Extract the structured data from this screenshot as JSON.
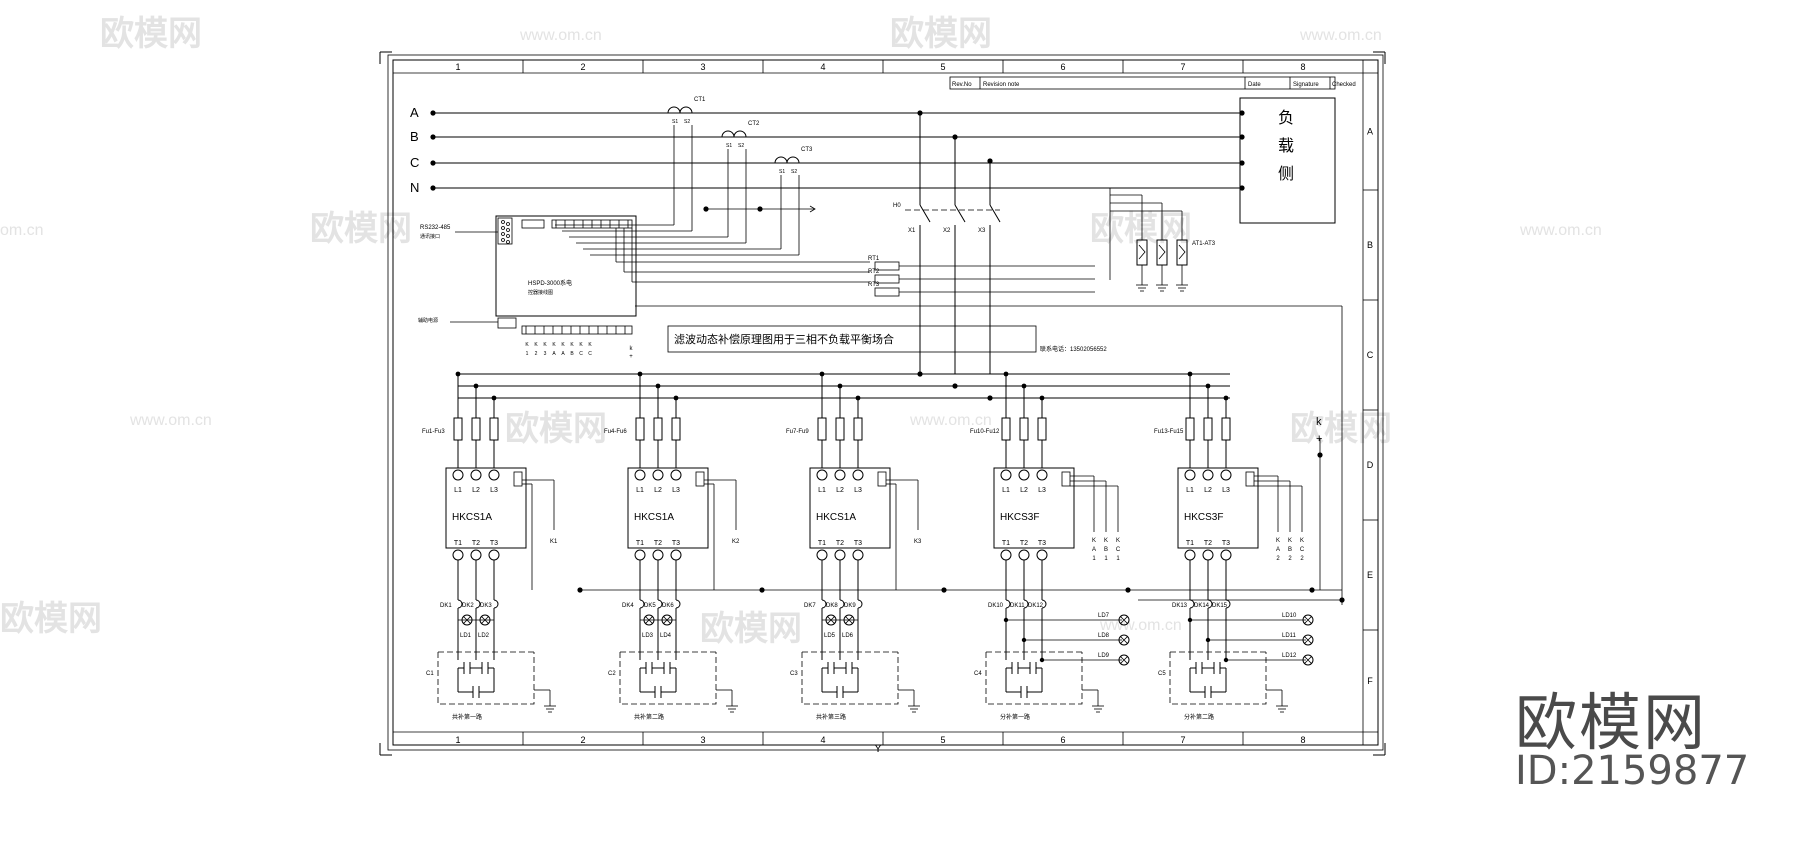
{
  "watermark": {
    "brand": "欧模网",
    "url": "www.om.cn",
    "url_short": "om.cn"
  },
  "frame": {
    "col_labels": [
      "1",
      "2",
      "3",
      "4",
      "5",
      "6",
      "7",
      "8"
    ],
    "row_labels": [
      "A",
      "B",
      "C",
      "D",
      "E",
      "F"
    ],
    "revision_headers": [
      "Rev.No",
      "Revision note",
      "Date",
      "Signature",
      "Checked"
    ],
    "bottom_mark": "Y"
  },
  "bus": {
    "phases": [
      "A",
      "B",
      "C",
      "N"
    ],
    "ct_labels": [
      "CT1",
      "CT2",
      "CT3"
    ],
    "ct_terminals": [
      "S1",
      "S2"
    ],
    "load_label": [
      "负",
      "载",
      "侧"
    ],
    "switch_labels": [
      "H0",
      "X1",
      "X2",
      "X3"
    ],
    "rt_labels": [
      "RT1",
      "RT2",
      "RT3"
    ],
    "arrester_label": "AT1-AT3"
  },
  "controller": {
    "comm_label": "RS232-485",
    "comm_sub": "通讯接口",
    "model": "HSPD-3000系电",
    "model_sub": "控器接线图",
    "aux_label": "辅助电源",
    "terminals_left": [
      "K",
      "K",
      "K",
      "K",
      "K",
      "K",
      "K",
      "K"
    ],
    "terminals_right": [
      "1",
      "2",
      "3",
      "A",
      "A",
      "B",
      "C",
      "C"
    ],
    "plus_minus": [
      "k",
      "+"
    ]
  },
  "notes": {
    "title": "滤波动态补偿原理图用于三相不负载平衡场合",
    "phone": "联系电话：13502056552"
  },
  "branches": [
    {
      "fuse": "Fu1-Fu3",
      "module": "HKCS1A",
      "k": "K1",
      "dk": [
        "DK1",
        "DK2",
        "DK3"
      ],
      "ld": [
        "LD1",
        "LD2"
      ],
      "cap": "C1",
      "title": "共补第一路"
    },
    {
      "fuse": "Fu4-Fu6",
      "module": "HKCS1A",
      "k": "K2",
      "dk": [
        "DK4",
        "DK5",
        "DK6"
      ],
      "ld": [
        "LD3",
        "LD4"
      ],
      "cap": "C2",
      "title": "共补第二路"
    },
    {
      "fuse": "Fu7-Fu9",
      "module": "HKCS1A",
      "k": "K3",
      "dk": [
        "DK7",
        "DK8",
        "DK9"
      ],
      "ld": [
        "LD5",
        "LD6"
      ],
      "cap": "C3",
      "title": "共补第三路"
    },
    {
      "fuse": "Fu10-Fu12",
      "module": "HKCS3F",
      "k": "",
      "dk": [
        "DK10",
        "DK11",
        "DK12"
      ],
      "ld": [
        "LD7",
        "LD8",
        "LD9"
      ],
      "cap": "C4",
      "title": "分补第一路"
    },
    {
      "fuse": "Fu13-Fu15",
      "module": "HKCS3F",
      "k": "",
      "dk": [
        "DK13",
        "DK14",
        "DK15"
      ],
      "ld": [
        "LD10",
        "LD11",
        "LD12"
      ],
      "cap": "C5",
      "title": "分补第二路"
    }
  ],
  "module_terms": {
    "in": [
      "L1",
      "L2",
      "L3"
    ],
    "out": [
      "T1",
      "T2",
      "T3"
    ]
  },
  "kf_labels": {
    "m4": [
      [
        "K",
        "A",
        "1"
      ],
      [
        "K",
        "B",
        "1"
      ],
      [
        "K",
        "C",
        "1"
      ]
    ],
    "m5": [
      [
        "K",
        "A",
        "2"
      ],
      [
        "K",
        "B",
        "2"
      ],
      [
        "K",
        "C",
        "2"
      ]
    ]
  },
  "brand": {
    "title": "欧模网",
    "id": "ID:2159877"
  }
}
